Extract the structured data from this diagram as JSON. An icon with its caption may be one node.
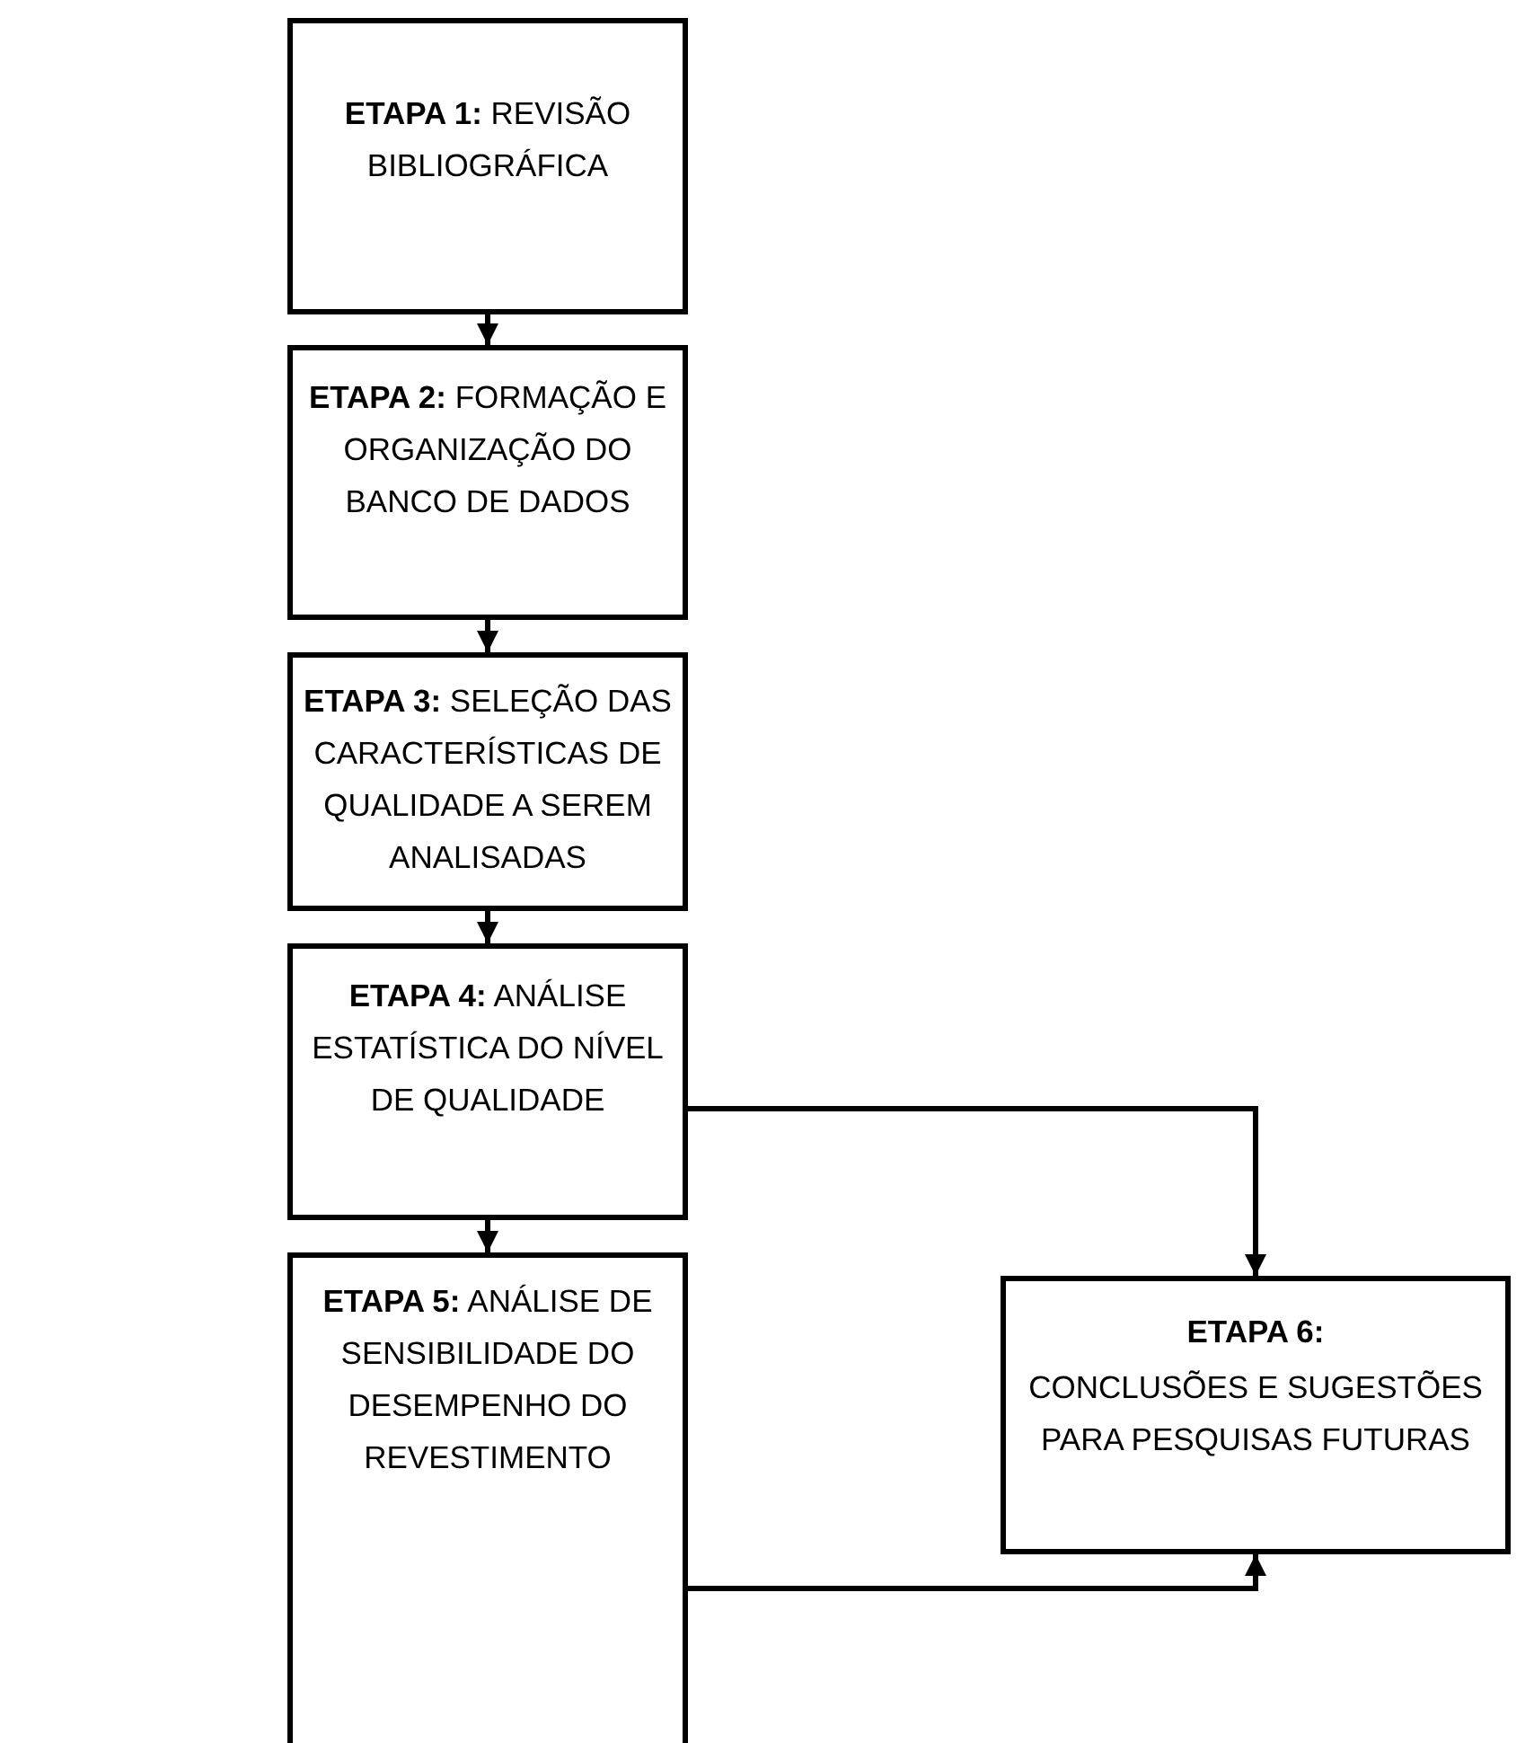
{
  "diagram": {
    "nodes": [
      {
        "text": [
          "**ETAPA 1:** REVISÃO BIBLIOGRÁFICA"
        ]
      },
      {
        "text": [
          "**ETAPA 2:** FORMAÇÃO E ORGANIZAÇÃO DO BANCO DE DADOS"
        ]
      },
      {
        "text": [
          "**ETAPA 3:** SELEÇÃO DAS CARACTERÍSTICAS DE QUALIDADE A SEREM ANALISADAS"
        ]
      },
      {
        "text": [
          "**ETAPA 4:** ANÁLISE ESTATÍSTICA DO NÍVEL DE QUALIDADE"
        ]
      },
      {
        "text": [
          "**ETAPA 5:** ANÁLISE DE SENSIBILIDADE DO DESEMPENHO DO REVESTIMENTO"
        ]
      },
      {
        "text": [
          "ETAPA 6:",
          "CONCLUSÕES E SUGESTÕES PARA PESQUISAS FUTURAS"
        ]
      }
    ],
    "edges": [
      {
        "from": 0,
        "to": 1,
        "arrow": "to"
      },
      {
        "from": 1,
        "to": 2,
        "arrow": "to"
      },
      {
        "from": 2,
        "to": 3,
        "arrow": "to"
      },
      {
        "from": 3,
        "to": 4,
        "arrow": "to"
      },
      {
        "from": 3,
        "to": 5,
        "arrow": "to"
      },
      {
        "from": 4,
        "to": 5,
        "arrow": "to"
      }
    ]
  }
}
